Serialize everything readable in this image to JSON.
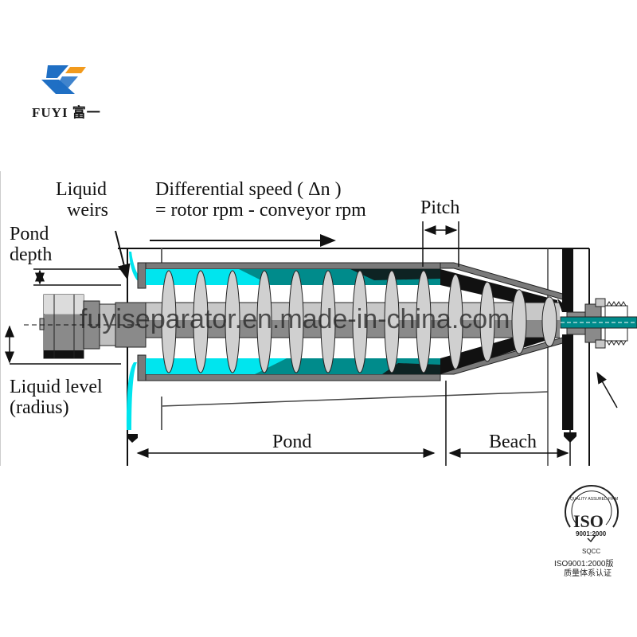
{
  "logo": {
    "brand_name": "FUYI 富一",
    "colors": {
      "blue": "#1f6fc4",
      "orange": "#f29a1c"
    }
  },
  "diagram": {
    "title_lines": {
      "line1": "Differential speed ( Δn )",
      "line2": "= rotor rpm - conveyor rpm"
    },
    "labels": {
      "liquid_weirs_1": "Liquid",
      "liquid_weirs_2": "weirs",
      "pond_depth_1": "Pond",
      "pond_depth_2": "depth",
      "liquid_level_1": "Liquid level",
      "liquid_level_2": "(radius)",
      "pitch": "Pitch",
      "pond": "Pond",
      "beach": "Beach"
    },
    "colors": {
      "liquid": "#00e5ee",
      "solids": "#008b8b",
      "steel": "#8a8a8a",
      "steel_light": "#c8c8c8",
      "dark": "#111111"
    }
  },
  "watermark": {
    "text": "fuyiseparator.en.made-in-china.com"
  },
  "certification": {
    "ring_text": "QUALITY ASSURED FIRM",
    "iso": "ISO",
    "standard": "9001:2000",
    "body": "SQCC",
    "caption_line1": "ISO9001:2000版",
    "caption_line2": "质量体系认证"
  }
}
